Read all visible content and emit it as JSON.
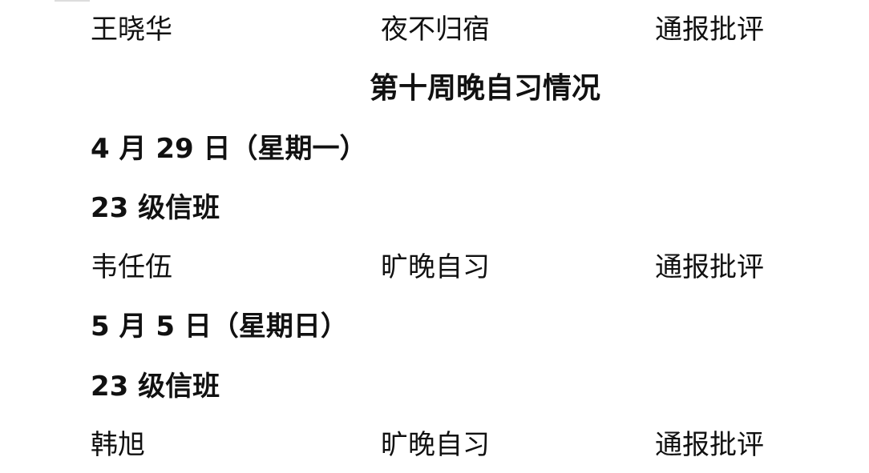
{
  "prev_row": {
    "name": "王晓华",
    "issue": "夜不归宿",
    "action": "通报批评"
  },
  "title": "第十周晚自习情况",
  "sections": [
    {
      "date": "4 月 29 日（星期一）",
      "class": "23 级信班",
      "row": {
        "name": "韦任伍",
        "issue": "旷晚自习",
        "action": "通报批评"
      }
    },
    {
      "date": "5 月 5 日（星期日）",
      "class": "23 级信班",
      "row": {
        "name": "韩旭",
        "issue": "旷晚自习",
        "action": "通报批评"
      }
    }
  ]
}
